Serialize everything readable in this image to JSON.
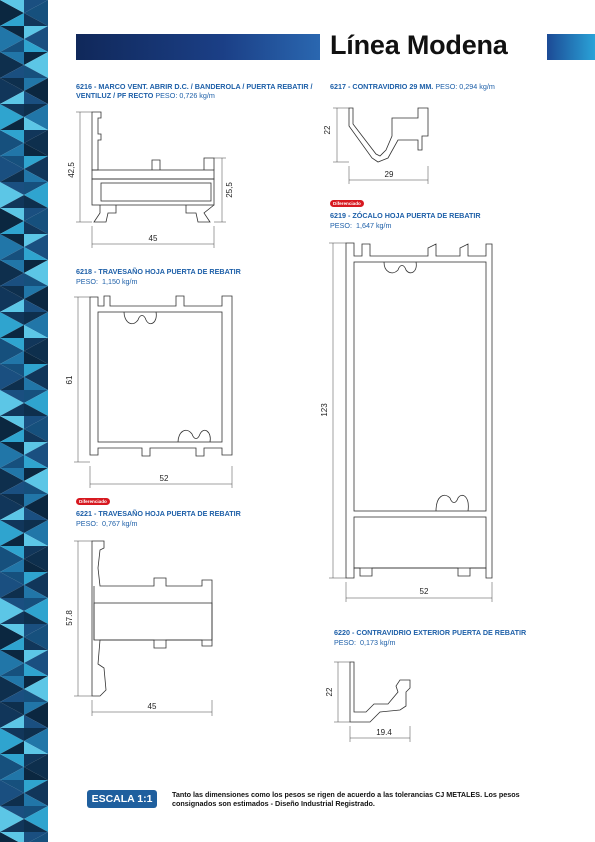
{
  "header": {
    "title": "Línea Modena"
  },
  "profiles": [
    {
      "code_title": "6216 - MARCO VENT. ABRIR D.C. / BANDEROLA / PUERTA REBATIR / VENTILUZ / PF RECTO",
      "peso_label": "PESO:",
      "peso": "0,726 kg/m",
      "dims": [
        "42,5",
        "25,5",
        "45"
      ]
    },
    {
      "code_title": "6217 - CONTRAVIDRIO 29 MM.",
      "peso_label": "PESO:",
      "peso": "0,294 kg/m",
      "dims": [
        "22",
        "29"
      ]
    },
    {
      "badge": "Diferenciado",
      "code_title": "6219 - ZÓCALO HOJA PUERTA DE REBATIR",
      "peso_label": "PESO:",
      "peso": "1,647 kg/m",
      "dims": [
        "123",
        "52"
      ]
    },
    {
      "code_title": "6218 - TRAVESAÑO HOJA PUERTA DE REBATIR",
      "peso_label": "PESO:",
      "peso": "1,150 kg/m",
      "dims": [
        "61",
        "52"
      ]
    },
    {
      "badge": "Diferenciado",
      "code_title": "6221 - TRAVESAÑO HOJA PUERTA DE REBATIR",
      "peso_label": "PESO:",
      "peso": "0,767 kg/m",
      "dims": [
        "57.8",
        "45"
      ]
    },
    {
      "code_title": "6220 - CONTRAVIDRIO EXTERIOR PUERTA DE REBATIR",
      "peso_label": "PESO:",
      "peso": "0,173 kg/m",
      "dims": [
        "22",
        "19.4"
      ]
    }
  ],
  "footer": {
    "scale": "ESCALA 1:1",
    "note": "Tanto las dimensiones como los pesos se rigen de acuerdo a las tolerancias CJ METALES. Los pesos consignados son estimados - Diseño Industrial Registrado."
  },
  "colors": {
    "accent_blue": "#1d5fa8",
    "badge_red": "#d71920",
    "header_dark": "#10285a"
  }
}
